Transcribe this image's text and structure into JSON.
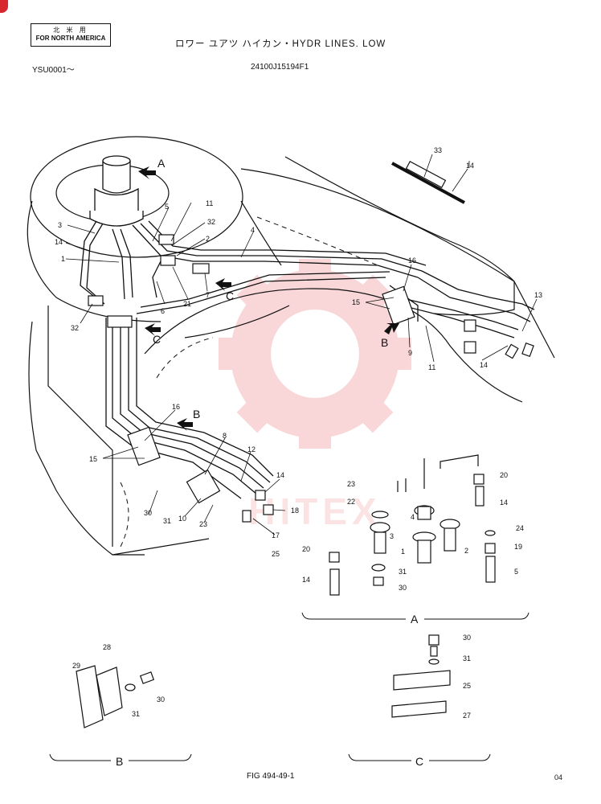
{
  "header": {
    "region_jp": "北 米 用",
    "region_en": "FOR NORTH AMERICA",
    "title": "ロワー ユアツ ハイカン・HYDR LINES. LOW",
    "serial_range": "YSU0001〜",
    "part_number": "24100J15194F1"
  },
  "footer": {
    "figure": "FIG 494-49-1",
    "page": "04"
  },
  "watermark": "HITEX",
  "views": {
    "A": "A",
    "B": "B",
    "C": "C"
  },
  "callouts": {
    "c33": "33",
    "c14a": "14",
    "c11a": "11",
    "c32a": "32",
    "c2a": "2",
    "c5a": "5",
    "c3a": "3",
    "c14b": "14",
    "c1a": "1",
    "c4a": "4",
    "c6a": "6",
    "c21a": "21",
    "c7a": "7",
    "c16a": "16",
    "c15a": "15",
    "c13a": "13",
    "c32b": "32",
    "c9a": "9",
    "c11b": "11",
    "c14c": "14",
    "c16b": "16",
    "c15b": "15",
    "c8a": "8",
    "c12a": "12",
    "c14d": "14",
    "c30a": "30",
    "c31a": "31",
    "c10a": "10",
    "c23a": "23",
    "c18a": "18",
    "c17a": "17",
    "c25a": "25",
    "c23b": "23",
    "c22a": "22",
    "c20a": "20",
    "c14e": "14",
    "c24a": "24",
    "c3b": "3",
    "c4b": "4",
    "c19a": "19",
    "c1b": "1",
    "c2b": "2",
    "c20b": "20",
    "c5b": "5",
    "c31b": "31",
    "c30b": "30",
    "c14f": "14",
    "c28a": "28",
    "c29a": "29",
    "c31c": "31",
    "c30c": "30",
    "c30d": "30",
    "c31d": "31",
    "c25b": "25",
    "c27a": "27"
  }
}
